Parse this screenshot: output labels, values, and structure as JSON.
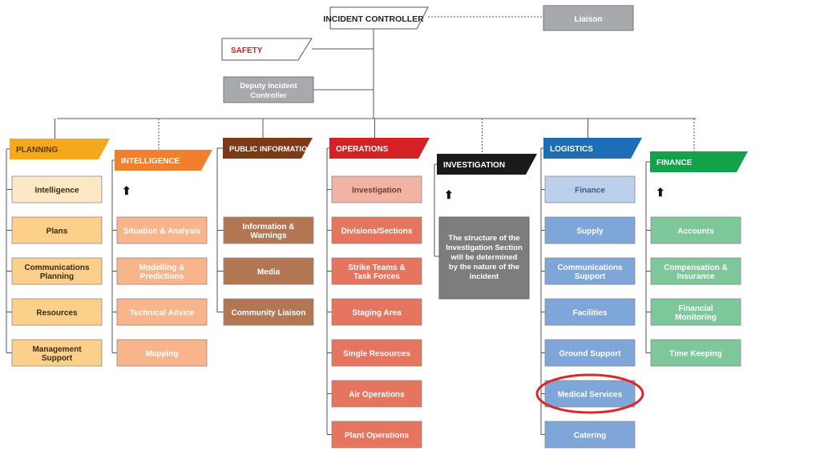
{
  "top": {
    "controller": "INCIDENT CONTROLLER",
    "liaison": "Liaison",
    "safety": "SAFETY",
    "deputy": [
      "Deputy Incident",
      "Controller"
    ]
  },
  "columns": [
    {
      "id": "planning",
      "header": "PLANNING",
      "header_color": "#F6A81C",
      "header_text_color": "#5a3a00",
      "box_color": "#FCD08A",
      "items": [
        [
          "Intelligence"
        ],
        [
          "Plans"
        ],
        [
          "Communications",
          "Planning"
        ],
        [
          "Resources"
        ],
        [
          "Management",
          "Support"
        ]
      ],
      "first_item_color": "#FDE8C6"
    },
    {
      "id": "intelligence",
      "header": "INTELLIGENCE",
      "header_color": "#F07F2E",
      "header_text_color": "#ffffff",
      "box_color": "#F8B48A",
      "arrow": "⬆",
      "items": [
        [
          "Situation & Analysis"
        ],
        [
          "Modelling &",
          "Predictions"
        ],
        [
          "Technical Advice"
        ],
        [
          "Mapping"
        ]
      ]
    },
    {
      "id": "public_information",
      "header": "PUBLIC INFORMATION",
      "header_color": "#7D3A18",
      "header_text_color": "#ffffff",
      "box_color": "#B27652",
      "items": [
        [
          "Information &",
          "Warnings"
        ],
        [
          "Media"
        ],
        [
          "Community Liaison"
        ]
      ]
    },
    {
      "id": "operations",
      "header": "OPERATIONS",
      "header_color": "#D62027",
      "header_text_color": "#ffffff",
      "box_color": "#E5755F",
      "items": [
        [
          "Investigation"
        ],
        [
          "Divisions/Sections"
        ],
        [
          "Strike Teams &",
          "Task Forces"
        ],
        [
          "Staging Area"
        ],
        [
          "Single Resources"
        ],
        [
          "Air Operations"
        ],
        [
          "Plant Operations"
        ]
      ],
      "first_item_color": "#F0B3A4"
    },
    {
      "id": "investigation",
      "header": "INVESTIGATION",
      "header_color": "#1a1a1a",
      "header_text_color": "#ffffff",
      "box_color": "#7d7d7d",
      "arrow": "⬆",
      "note": [
        "The structure of the",
        "Investigation Section",
        "will be determined",
        "by the nature of the",
        "incident"
      ]
    },
    {
      "id": "logistics",
      "header": "LOGISTICS",
      "header_color": "#1E6DB7",
      "header_text_color": "#ffffff",
      "box_color": "#7FA6D8",
      "items": [
        [
          "Finance"
        ],
        [
          "Supply"
        ],
        [
          "Communications",
          "Support"
        ],
        [
          "Facilities"
        ],
        [
          "Ground Support"
        ],
        [
          "Medical Services"
        ],
        [
          "Catering"
        ]
      ],
      "first_item_color": "#BCD0EC",
      "highlight": "Medical Services"
    },
    {
      "id": "finance",
      "header": "FINANCE",
      "header_color": "#13A14A",
      "header_text_color": "#ffffff",
      "box_color": "#7DC79A",
      "arrow": "⬆",
      "items": [
        [
          "Accounts"
        ],
        [
          "Compensation &",
          "Insurance"
        ],
        [
          "Financial",
          "Monitoring"
        ],
        [
          "Time Keeping"
        ]
      ]
    }
  ],
  "colors": {
    "line": "#555555",
    "grey_box": "#A7A9AC",
    "highlight_ring": "#E0262B"
  }
}
